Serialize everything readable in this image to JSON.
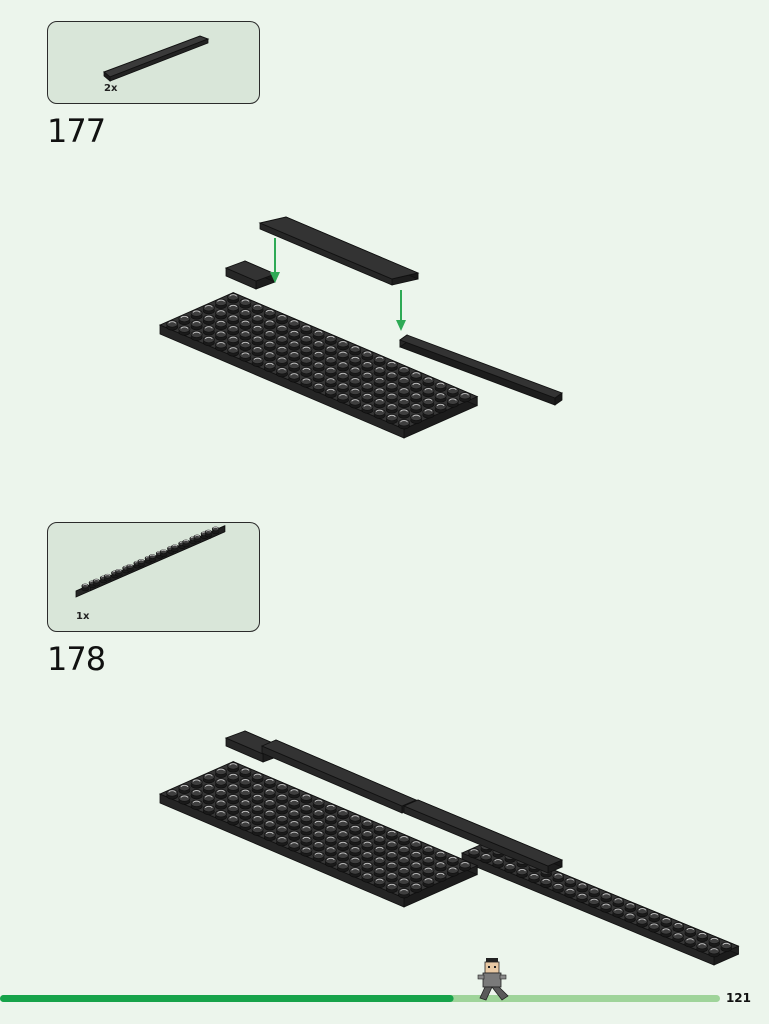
{
  "steps": [
    {
      "number": "177",
      "parts_qty": "2x"
    },
    {
      "number": "178",
      "parts_qty": "1x"
    }
  ],
  "page_number": "121",
  "colors": {
    "background": "#ecf5ec",
    "parts_box": "#d9e6d9",
    "brick": "#2a2a2a",
    "arrow": "#2eaa55",
    "progress_done": "#16a34a",
    "progress_remaining": "#9fd49a"
  },
  "progress": {
    "fraction": 0.63
  }
}
